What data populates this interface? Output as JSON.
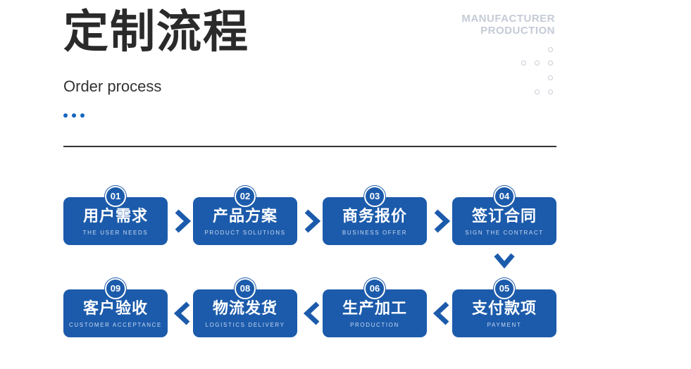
{
  "header": {
    "title": "定制流程",
    "subtitle": "Order process",
    "brand_line1": "MANUFACTURER",
    "brand_line2": "PRODUCTION"
  },
  "colors": {
    "accent": "#1c5bab",
    "title": "#2a2a2a",
    "brand": "#c5cbd6",
    "divider": "#333333"
  },
  "steps": [
    {
      "num": "01",
      "cn": "用户需求",
      "en": "THE USER NEEDS"
    },
    {
      "num": "02",
      "cn": "产品方案",
      "en": "PRODUCT SOLUTIONS"
    },
    {
      "num": "03",
      "cn": "商务报价",
      "en": "BUSINESS OFFER"
    },
    {
      "num": "04",
      "cn": "签订合同",
      "en": "SIGN THE CONTRACT"
    },
    {
      "num": "05",
      "cn": "支付款项",
      "en": "PAYMENT"
    },
    {
      "num": "06",
      "cn": "生产加工",
      "en": "PRODUCTION"
    },
    {
      "num": "08",
      "cn": "物流发货",
      "en": "LOGISTICS DELIVERY"
    },
    {
      "num": "09",
      "cn": "客户验收",
      "en": "CUSTOMER ACCEPTANCE"
    }
  ],
  "icons": {
    "arrow_right": "chevron-right-icon",
    "arrow_left": "chevron-left-icon",
    "arrow_down": "chevron-down-icon"
  }
}
